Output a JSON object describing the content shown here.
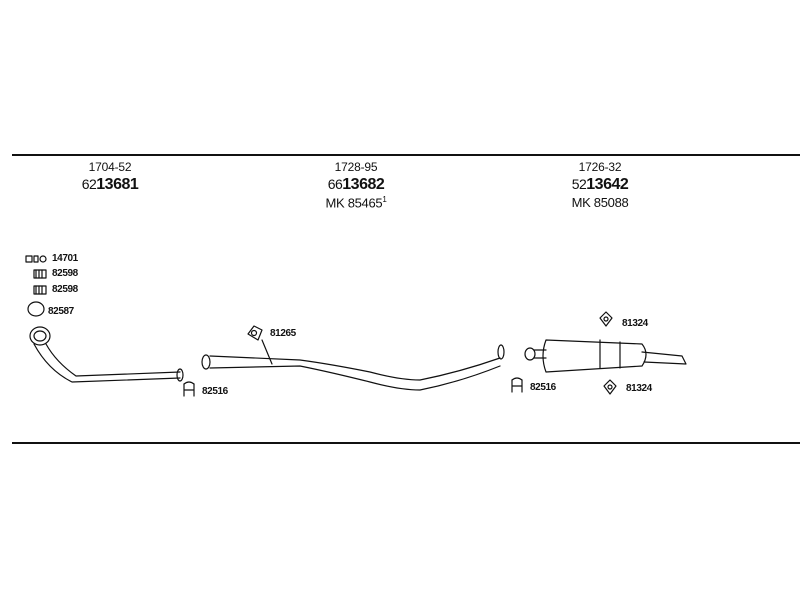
{
  "sections": [
    {
      "ref": "1704-52",
      "prefix": "62",
      "number": "13681",
      "mk": "",
      "mk_sup": ""
    },
    {
      "ref": "1728-95",
      "prefix": "66",
      "number": "13682",
      "mk": "MK 85465",
      "mk_sup": "1"
    },
    {
      "ref": "1726-32",
      "prefix": "52",
      "number": "13642",
      "mk": "MK 85088",
      "mk_sup": ""
    }
  ],
  "parts": {
    "gasket_set": "14701",
    "spring_1": "82598",
    "spring_2": "82598",
    "ring": "82587",
    "clamp_1": "82516",
    "hanger": "81265",
    "clamp_2": "82516",
    "rubber_top": "81324",
    "rubber_bottom": "81324"
  }
}
